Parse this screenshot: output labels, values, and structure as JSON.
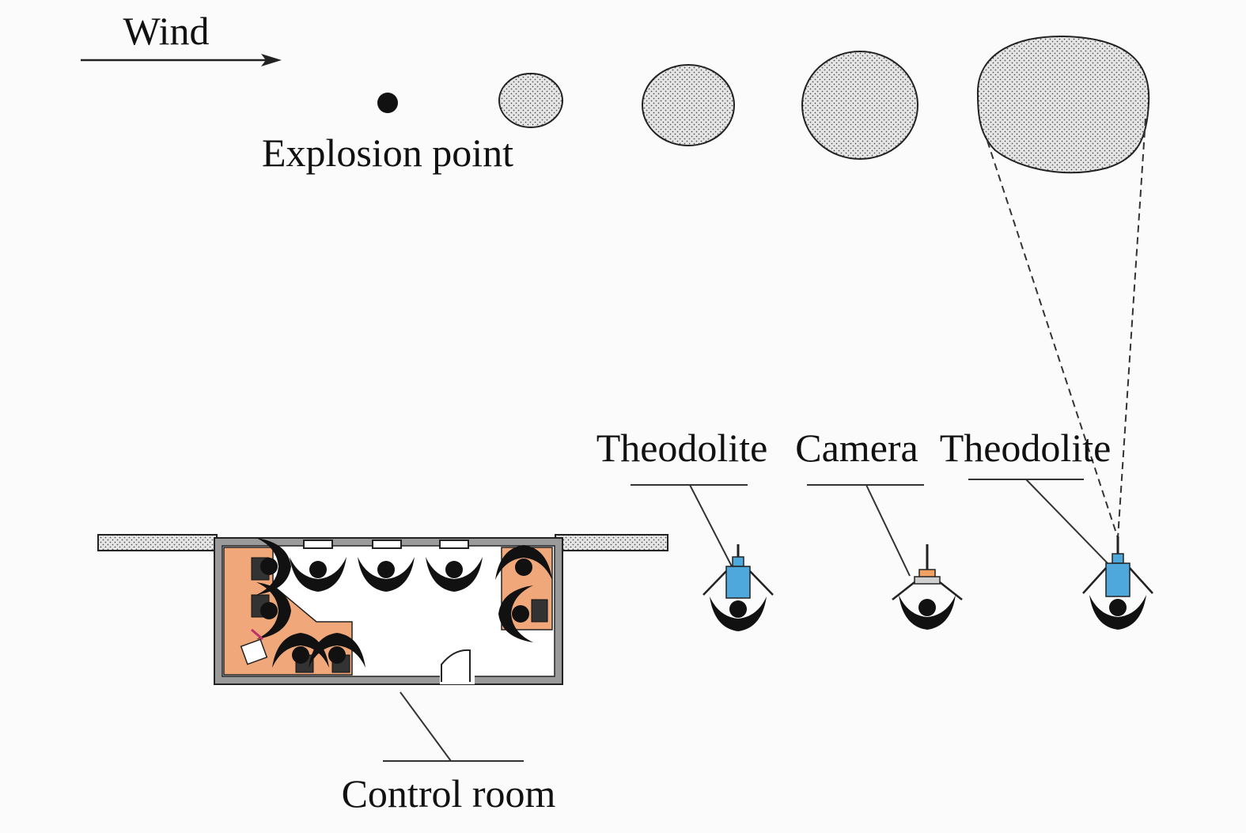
{
  "labels": {
    "wind": "Wind",
    "explosion_point": "Explosion point",
    "theodolite_left": "Theodolite",
    "camera": "Camera",
    "theodolite_right": "Theodolite",
    "control_room": "Control room"
  },
  "colors": {
    "background": "#fbfbfb",
    "stroke": "#222222",
    "cloud_fill": "#d9d9d9",
    "room_floor": "#f0a87a",
    "instrument_blue": "#4fa8dc",
    "camera_orange": "#f0a060",
    "wall_gray": "#9a9a9a"
  },
  "icons": {
    "wind_arrow": "arrow-right-icon",
    "explosion": "dot-icon",
    "cloud": "smoke-cloud-icon",
    "theodolite": "theodolite-icon",
    "camera": "camera-icon",
    "operator": "person-topdown-icon",
    "door": "door-icon"
  }
}
